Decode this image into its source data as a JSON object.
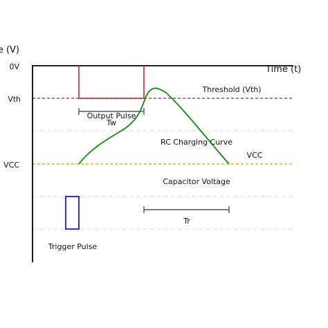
{
  "labels": {
    "y_axis_title": "e (V)",
    "x_axis_title": "Time (t)",
    "tick_0v": "0V",
    "tick_vth": "Vth",
    "tick_vcc": "VCC",
    "threshold": "Threshold (Vth)",
    "vcc_right": "VCC",
    "output_pulse": "Output Pulse",
    "tw": "Tw",
    "rc_curve": "RC Charging Curve",
    "capacitor_voltage": "Capacitor Voltage",
    "tr": "Tr",
    "trigger_pulse": "Trigger Pulse"
  },
  "colors": {
    "axis": "#000000",
    "threshold_line": "#a040a0",
    "vcc_line": "#e0b020",
    "grid": "#dddddd",
    "output_pulse": "#d62020",
    "rc_curve": "#118811",
    "trigger_pulse": "#1a1acc",
    "dimension": "#555555"
  }
}
